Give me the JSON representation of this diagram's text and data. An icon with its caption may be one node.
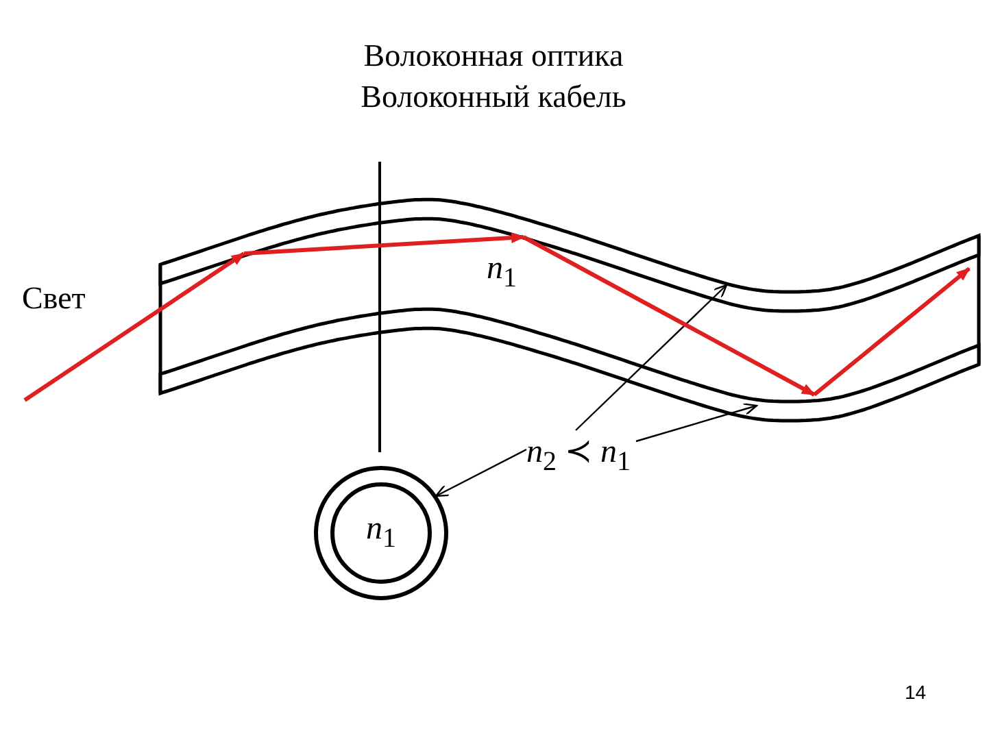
{
  "diagram": {
    "title": "Волоконная оптика",
    "nodes": [
      {
        "text": [
          "*n*$_{2}$ ≺ *n*$_{1}$"
        ]
      },
      {
        "text": [],
        "shape": "band"
      },
      {
        "text": [],
        "shape": "band"
      },
      {
        "text": [],
        "shape": "circle"
      },
      {
        "text": [
          "*n*$_{1}$"
        ],
        "in": 3
      }
    ],
    "edges": [
      {
        "from": 0,
        "to": 1,
        "arrow": "to",
        "color": "#000000"
      },
      {
        "from": 0,
        "to": 2,
        "arrow": "to",
        "color": "#000000"
      },
      {
        "from": 0,
        "to": 3,
        "arrow": "to",
        "color": "#000000"
      },
      {
        "from": null,
        "to": 1,
        "arrow": "to"
      },
      {
        "from": 1,
        "to": 1,
        "arrow": "to"
      },
      {
        "from": 1,
        "to": 2,
        "arrow": "to"
      },
      {
        "from": 2,
        "to": 1,
        "arrow": "to"
      }
    ],
    "labels": [
      "Волоконный кабель",
      "Свет",
      "*n*$_{1}$",
      "14"
    ]
  }
}
